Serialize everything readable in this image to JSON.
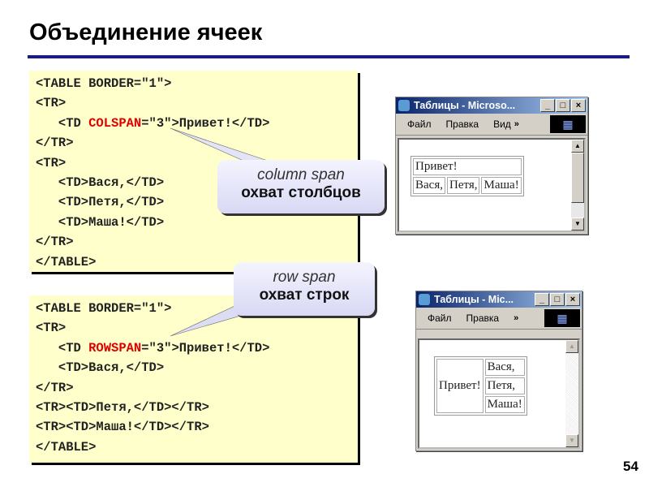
{
  "slide": {
    "title": "Объединение ячеек",
    "page_number": "54"
  },
  "colspan_example": {
    "code_lines": [
      "<TABLE BORDER=\"1\">",
      "<TR>",
      "   <TD ",
      "COLSPAN",
      "=\"3\">Привет!</TD>",
      "</TR>",
      "<TR>",
      "   <TD>Вася,</TD>",
      "   <TD>Петя,</TD>",
      "   <TD>Маша!</TD>",
      "</TR>",
      "</TABLE>"
    ],
    "callout": {
      "en": "column span",
      "ru": "охват столбцов"
    },
    "window": {
      "title": "Таблицы - Microso...",
      "menu": [
        "Файл",
        "Правка",
        "Вид"
      ],
      "more": "»",
      "table": {
        "row1": "Привет!",
        "row2": [
          "Вася,",
          "Петя,",
          "Маша!"
        ]
      }
    }
  },
  "rowspan_example": {
    "code_lines": [
      "<TABLE BORDER=\"1\">",
      "<TR>",
      "   <TD ",
      "ROWSPAN",
      "=\"3\">Привет!</TD>",
      "   <TD>Вася,</TD>",
      "</TR>",
      "<TR><TD>Петя,</TD></TR>",
      "<TR><TD>Маша!</TD></TR>",
      "</TABLE>"
    ],
    "callout": {
      "en": "row span",
      "ru": "охват строк"
    },
    "window": {
      "title": "Таблицы - Mic...",
      "menu": [
        "Файл",
        "Правка"
      ],
      "more": "»",
      "table": {
        "span_cell": "Привет!",
        "cells": [
          "Вася,",
          "Петя,",
          "Маша!"
        ]
      }
    }
  },
  "window_buttons": [
    "_",
    "□",
    "×"
  ],
  "colors": {
    "code_bg": "#ffffcc",
    "highlight": "#e00000",
    "rule": "#1a1a80"
  }
}
